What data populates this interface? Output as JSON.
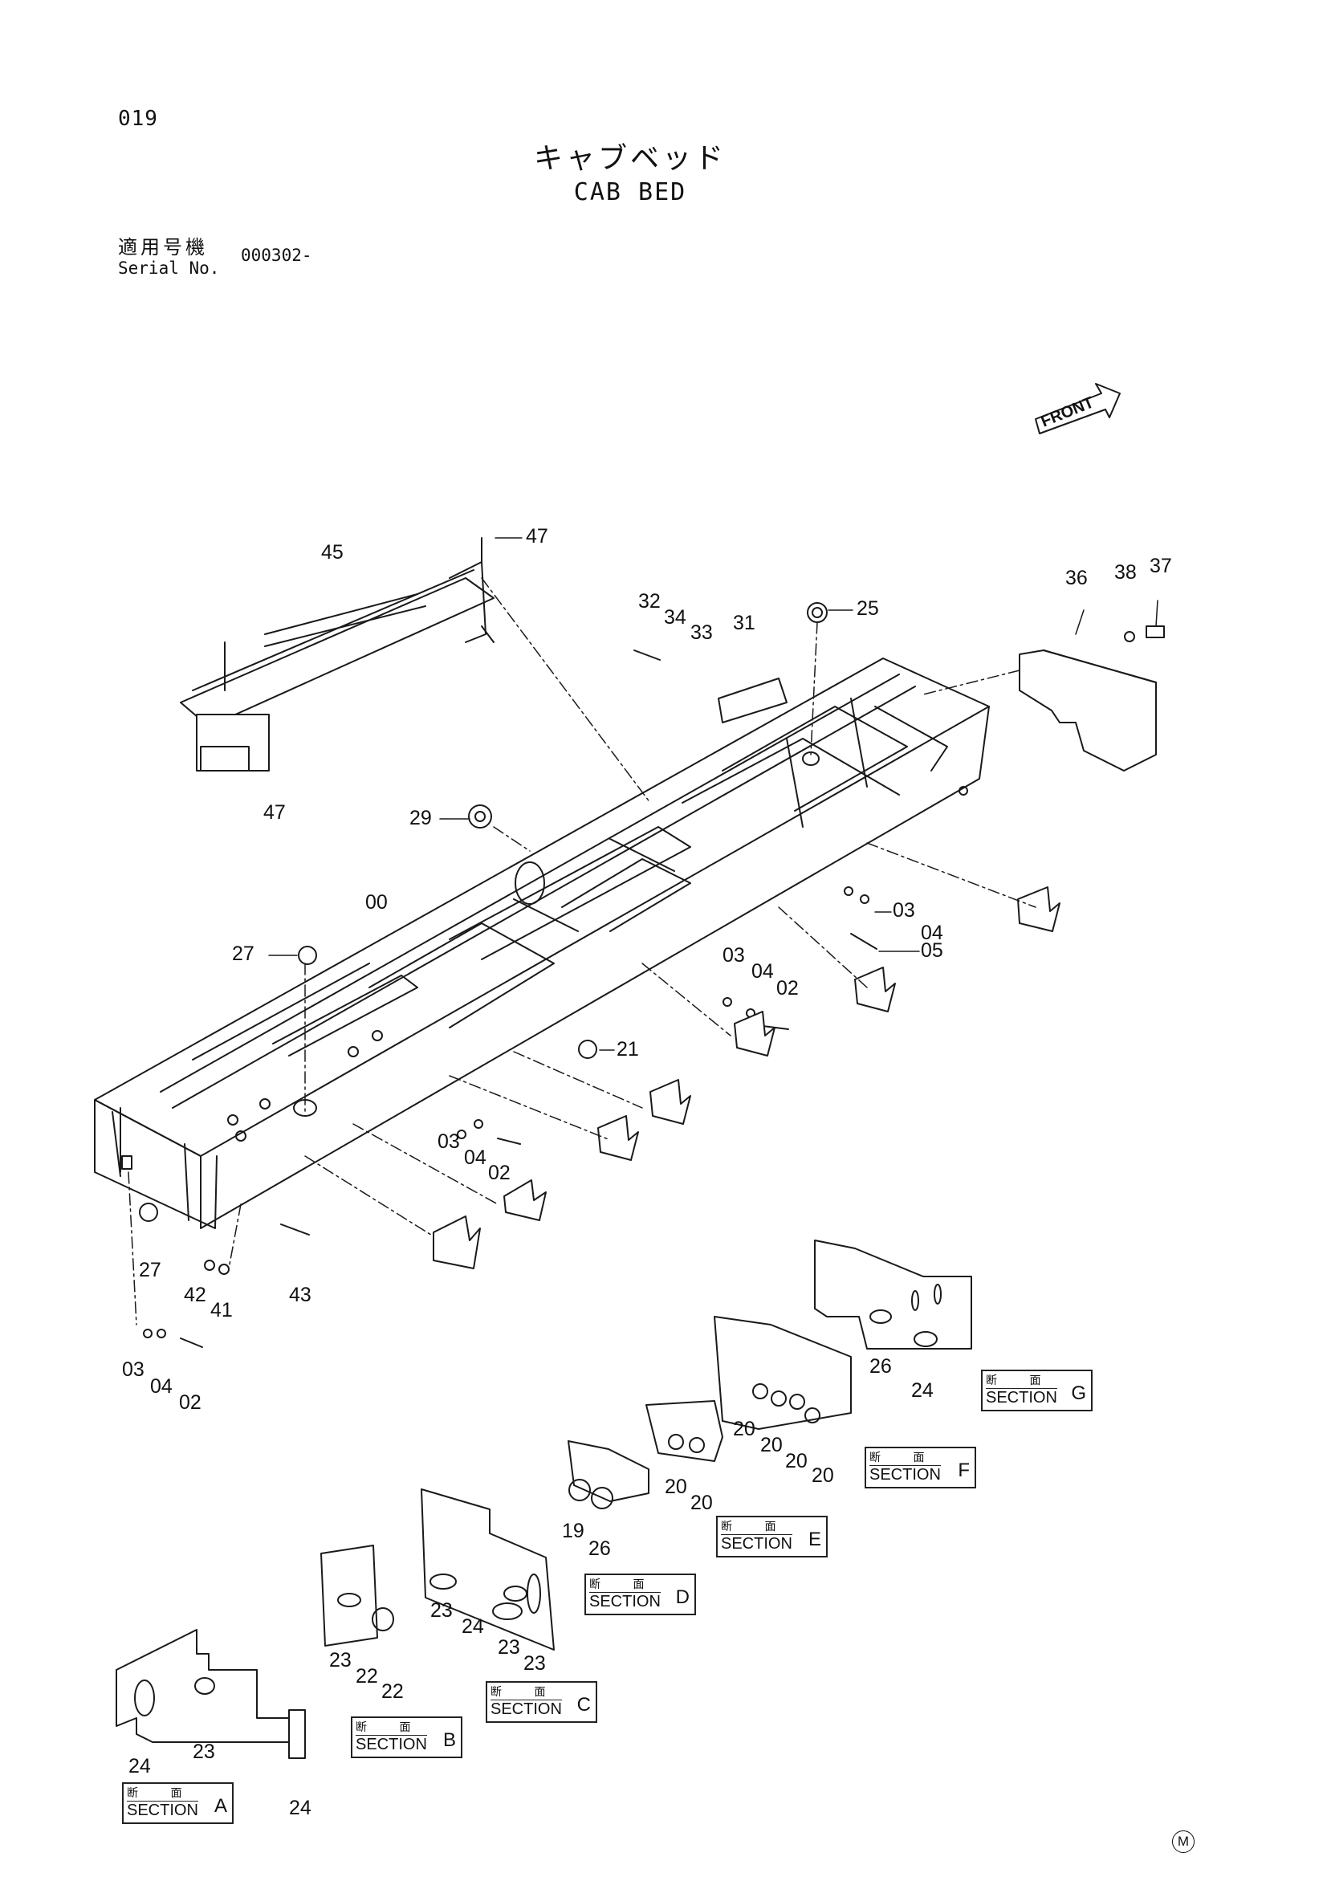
{
  "page_number": "019",
  "title_ja": "キャブベッド",
  "title_en": "CAB BED",
  "serial": {
    "label_ja": "適用号機",
    "label_en": "Serial No.",
    "value": "000302-"
  },
  "front_label": "FRONT",
  "section_kanji": "断 面",
  "section_word": "SECTION",
  "sections": [
    "A",
    "B",
    "C",
    "D",
    "E",
    "F",
    "G"
  ],
  "part_labels": [
    {
      "text": "45"
    },
    {
      "text": "47"
    },
    {
      "text": "47"
    },
    {
      "text": "32"
    },
    {
      "text": "34"
    },
    {
      "text": "33"
    },
    {
      "text": "31"
    },
    {
      "text": "25"
    },
    {
      "text": "36"
    },
    {
      "text": "38"
    },
    {
      "text": "37"
    },
    {
      "text": "29"
    },
    {
      "text": "00"
    },
    {
      "text": "27"
    },
    {
      "text": "03"
    },
    {
      "text": "04"
    },
    {
      "text": "05"
    },
    {
      "text": "03"
    },
    {
      "text": "04"
    },
    {
      "text": "02"
    },
    {
      "text": "21"
    },
    {
      "text": "03"
    },
    {
      "text": "04"
    },
    {
      "text": "02"
    },
    {
      "text": "27"
    },
    {
      "text": "42"
    },
    {
      "text": "41"
    },
    {
      "text": "43"
    },
    {
      "text": "03"
    },
    {
      "text": "04"
    },
    {
      "text": "02"
    },
    {
      "text": "26"
    },
    {
      "text": "24"
    },
    {
      "text": "20"
    },
    {
      "text": "20"
    },
    {
      "text": "20"
    },
    {
      "text": "20"
    },
    {
      "text": "20"
    },
    {
      "text": "20"
    },
    {
      "text": "19"
    },
    {
      "text": "26"
    },
    {
      "text": "23"
    },
    {
      "text": "22"
    },
    {
      "text": "22"
    },
    {
      "text": "23"
    },
    {
      "text": "24"
    },
    {
      "text": "23"
    },
    {
      "text": "23"
    },
    {
      "text": "24"
    },
    {
      "text": "23"
    },
    {
      "text": "24"
    }
  ],
  "marker": "M"
}
